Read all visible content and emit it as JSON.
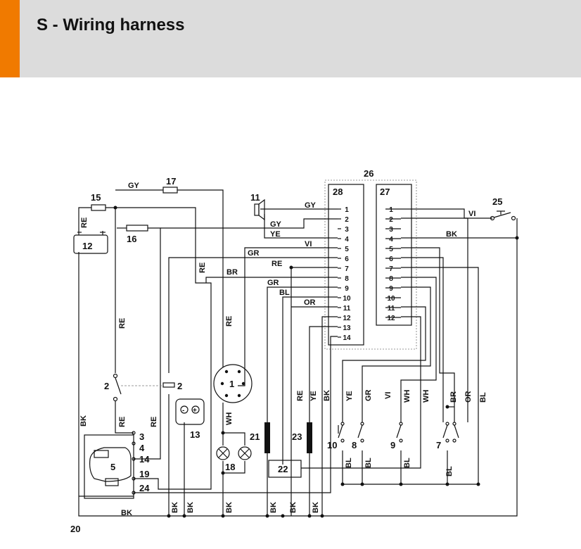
{
  "header": {
    "title": "S - Wiring harness",
    "accent_color": "#f07a00",
    "band_color": "#dcdcdc"
  },
  "components": {
    "c1": "1",
    "c2a": "2",
    "c2b": "2",
    "c5": "5",
    "c7": "7",
    "c8": "8",
    "c9": "9",
    "c10": "10",
    "c11": "11",
    "c12": "12",
    "c13": "13",
    "c15": "15",
    "c16": "16",
    "c17": "17",
    "c18": "18",
    "c20": "20",
    "c21": "21",
    "c22": "22",
    "c23": "23",
    "c25": "25",
    "c26": "26",
    "c27": "27",
    "c28": "28",
    "e3": "3",
    "e4": "4",
    "e14": "14",
    "e19": "19",
    "e24": "24"
  },
  "connector28_pins": [
    "1",
    "2",
    "3",
    "4",
    "5",
    "6",
    "7",
    "8",
    "9",
    "10",
    "11",
    "12",
    "13",
    "14"
  ],
  "connector27_pins": [
    "1",
    "2",
    "3",
    "4",
    "5",
    "6",
    "7",
    "8",
    "9",
    "10",
    "11",
    "12"
  ],
  "wire_colors": {
    "gy_top": "GY",
    "gy_1": "GY",
    "gy_2": "GY",
    "ye_4": "YE",
    "vi_5": "VI",
    "gr_6": "GR",
    "re_7": "RE",
    "br_8": "BR",
    "gr_9": "GR",
    "bl_10": "BL",
    "or_11": "OR",
    "vi_27": "VI",
    "bk_27": "BK",
    "re_batt": "RE",
    "re_left": "RE",
    "re_left2": "RE",
    "re_mid": "RE",
    "re_mid2": "RE",
    "re_c1": "RE",
    "bk_left": "BK",
    "bk_bottom": "BK",
    "wh_lamp": "WH",
    "re_v": "RE",
    "ye_v": "YE",
    "bk_v": "BK",
    "ye_sw": "YE",
    "gr_sw": "GR",
    "vi_sw": "VI",
    "wh_sw": "WH",
    "wh_sw2": "WH",
    "br_sw": "BR",
    "or_sw": "OR",
    "bl_sw": "BL",
    "bl_8": "BL",
    "bl_9": "BL",
    "bl_7": "BL",
    "bk_b1": "BK",
    "bk_b2": "BK",
    "bk_b3": "BK",
    "bk_b4": "BK",
    "bk_b5": "BK",
    "bk_b6": "BK"
  }
}
